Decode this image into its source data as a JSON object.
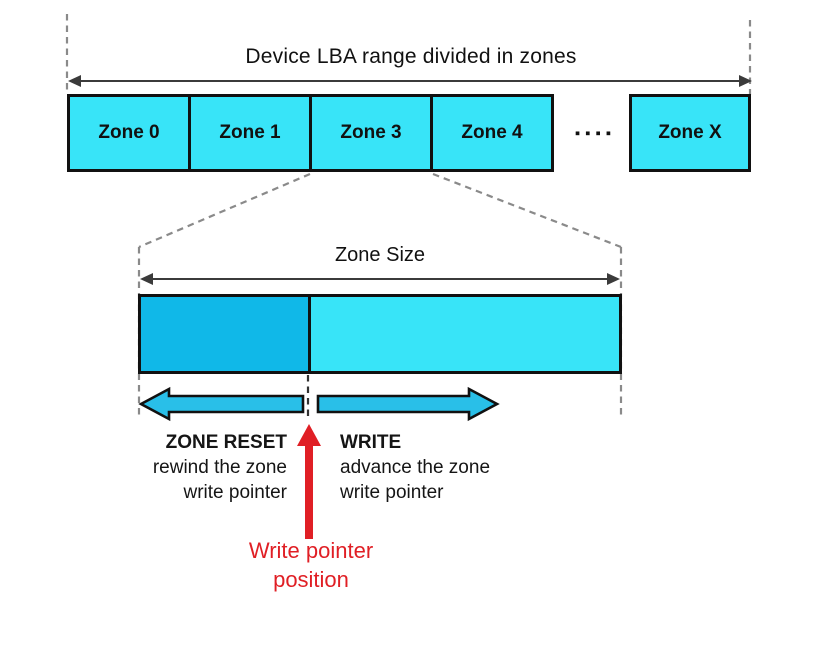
{
  "colors": {
    "zone_fill": "#38E4F8",
    "written_fill": "#10B8E8",
    "op_arrow_fill": "#29BFE8",
    "pointer_red": "#E01F25",
    "line_gray": "#3b3b3b",
    "dash_gray": "#8a8a8a",
    "border_black": "#111111"
  },
  "top_section": {
    "title": "Device LBA range divided in zones",
    "zones": [
      {
        "label": "Zone 0"
      },
      {
        "label": "Zone 1"
      },
      {
        "label": "Zone 3"
      },
      {
        "label": "Zone 4"
      }
    ],
    "ellipsis": "▪▪▪▪",
    "zone_x": {
      "label": "Zone X"
    }
  },
  "detail_section": {
    "size_label": "Zone Size",
    "zone_reset": {
      "title": "ZONE RESET",
      "desc_line1": "rewind the zone",
      "desc_line2": "write pointer"
    },
    "write": {
      "title": "WRITE",
      "desc_line1": "advance the zone",
      "desc_line2": "write pointer"
    },
    "write_pointer": {
      "line1": "Write pointer",
      "line2": "position"
    }
  }
}
